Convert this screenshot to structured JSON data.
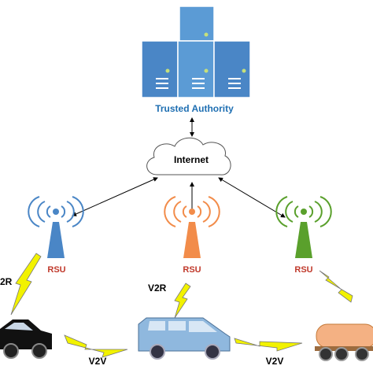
{
  "server": {
    "label": "Trusted Authority"
  },
  "cloud": {
    "label": "Internet"
  },
  "rsus": [
    {
      "label": "RSU",
      "color": "#4a86c6"
    },
    {
      "label": "RSU",
      "color": "#f28c4a"
    },
    {
      "label": "RSU",
      "color": "#5aa02c"
    }
  ],
  "links": {
    "v2r_left": "2R",
    "v2r_mid": "V2R",
    "v2v_left": "V2V",
    "v2v_right": "V2V"
  },
  "colors": {
    "server_blue": "#4a86c6",
    "server_label": "#1f6fb2",
    "rsu_label": "#c0392b",
    "lightning": "#f2f200",
    "van": "#8fb8de",
    "car": "#111111",
    "tanker": "#f4b183"
  }
}
